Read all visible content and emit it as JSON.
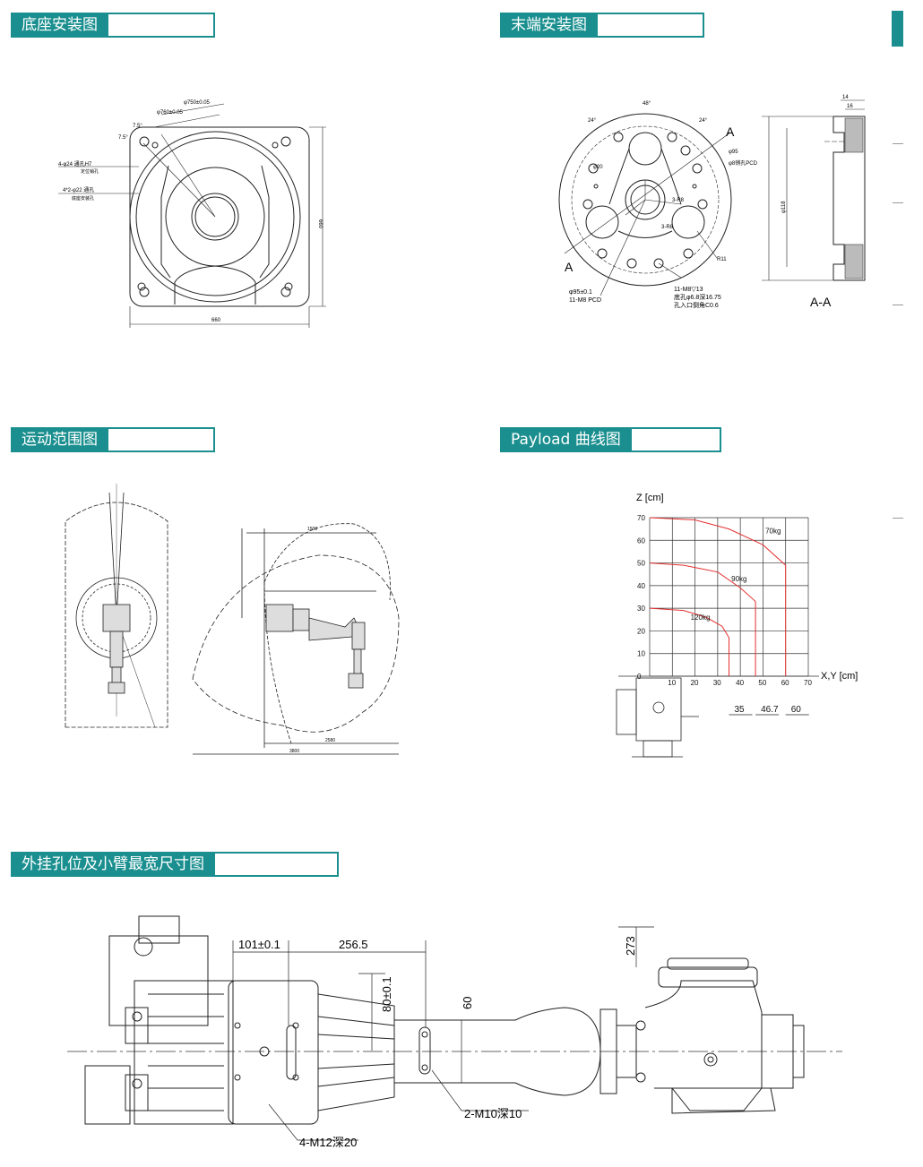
{
  "sections": {
    "base": "底座安装图",
    "end": "末端安装图",
    "motion": "运动范围图",
    "payload": "Payload 曲线图",
    "arm": "外挂孔位及小臂最宽尺寸图"
  },
  "base_drawing": {
    "dim_phi750": "φ750±0.05",
    "dim_phi760": "φ760±0.05",
    "angle_a": "7.5°",
    "angle_b": "7.5°",
    "hole_note_1a": "4-φ24 通孔H7",
    "hole_note_1b": "定位销孔",
    "hole_note_2a": "4*2-φ22 通孔",
    "hole_note_2b": "底座安装孔",
    "width_660": "660",
    "height_660": "660"
  },
  "end_drawing": {
    "angle_48": "48°",
    "angle_24a": "24°",
    "angle_24b": "24°",
    "label_A_top": "A",
    "label_A_bottom": "A",
    "phi95": "φ95",
    "phi8_pcd": "φ8销孔PCD",
    "phi20": "φ20",
    "r8a": "3-R8",
    "r8b": "3-R8",
    "r11": "R11",
    "phi95_pcd_a": "φ95±0.1",
    "phi95_pcd_b": "11-M8 PCD",
    "m8_note_a": "11-M8▽13",
    "m8_note_b": "底孔φ6.8深16.75",
    "m8_note_c": "孔入口倒角C0.6",
    "phi118": "φ118",
    "dim14": "14",
    "dim16": "16",
    "section_label": "A-A"
  },
  "motion_drawing": {
    "dim_top": "1500",
    "dim_bottom_inner": "2580",
    "dim_bottom_outer": "3800"
  },
  "chart_data": {
    "type": "line",
    "title": "",
    "xlabel": "X,Y [cm]",
    "ylabel": "Z [cm]",
    "xlim": [
      0,
      70
    ],
    "ylim": [
      0,
      70
    ],
    "x_ticks": [
      "10",
      "20",
      "30",
      "40",
      "50",
      "60",
      "70"
    ],
    "y_ticks": [
      "0",
      "10",
      "20",
      "30",
      "40",
      "50",
      "60",
      "70"
    ],
    "series": [
      {
        "name": "70kg",
        "points": [
          [
            0,
            70
          ],
          [
            20,
            69
          ],
          [
            35,
            65
          ],
          [
            50,
            58
          ],
          [
            60,
            49
          ],
          [
            60,
            0
          ]
        ]
      },
      {
        "name": "90kg",
        "points": [
          [
            0,
            50
          ],
          [
            15,
            49
          ],
          [
            30,
            46
          ],
          [
            40,
            39
          ],
          [
            46.7,
            33
          ],
          [
            46.7,
            0
          ]
        ]
      },
      {
        "name": "120kg",
        "points": [
          [
            0,
            30
          ],
          [
            15,
            29
          ],
          [
            25,
            26
          ],
          [
            32,
            22
          ],
          [
            35,
            17
          ],
          [
            35,
            0
          ]
        ]
      }
    ],
    "bottom_labels": [
      "35",
      "46.7",
      "60"
    ]
  },
  "arm_drawing": {
    "dim_101": "101±0.1",
    "dim_256": "256.5",
    "dim_80": "80±0.1",
    "dim_60": "60",
    "dim_273": "273",
    "note_m10": "2-M10深10",
    "note_m12": "4-M12深20"
  }
}
